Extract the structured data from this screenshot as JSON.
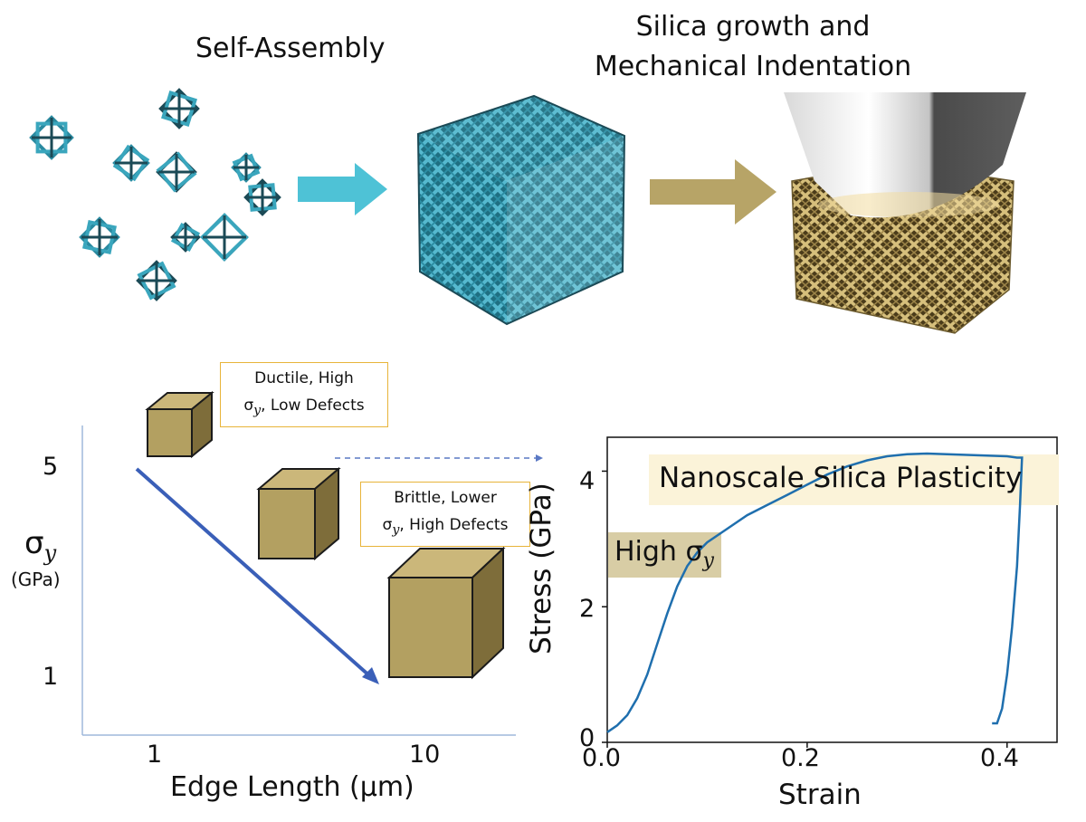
{
  "header": {
    "self_assembly": "Self-Assembly",
    "silica_line1": "Silica growth and",
    "silica_line2": "Mechanical Indentation"
  },
  "colors": {
    "teal": "#2f95ab",
    "teal_dark": "#1b4a56",
    "gold": "#b29a58",
    "gold_dark": "#5a4a25",
    "arrow_blue": "#3a5fb8",
    "box_border": "#e8b43a",
    "curve": "#1f6fae",
    "nano_highlight": "#fbf3d9",
    "high_highlight": "#d8cda5"
  },
  "left_plot": {
    "y_ticks": [
      "5",
      "1"
    ],
    "x_ticks": [
      "1",
      "10"
    ],
    "y_label": "σ",
    "y_label_sub": "y",
    "y_unit": "(GPa)",
    "x_label": "Edge Length (μm)",
    "box_ductile_line1": "Ductile, High",
    "box_ductile_line2": ", Low Defects",
    "box_brittle_line1": "Brittle, Lower",
    "box_brittle_line2": ", High Defects",
    "sigma": "σ",
    "sub_y": "y"
  },
  "chart_data": {
    "type": "line",
    "xlabel": "Strain",
    "ylabel": "Stress (GPa)",
    "xlim": [
      0.0,
      0.45
    ],
    "ylim": [
      0,
      4.5
    ],
    "x_ticks": [
      "0.0",
      "0.2",
      "0.4"
    ],
    "y_ticks": [
      "0",
      "2",
      "4"
    ],
    "annotations": [
      "Nanoscale Silica Plasticity",
      "High σ",
      "y"
    ],
    "series": [
      {
        "x": [
          0.0,
          0.01,
          0.02,
          0.03,
          0.04,
          0.05,
          0.06,
          0.07,
          0.08,
          0.09,
          0.1,
          0.12,
          0.14,
          0.16,
          0.18,
          0.2,
          0.22,
          0.24,
          0.26,
          0.28,
          0.3,
          0.32,
          0.34,
          0.36,
          0.38,
          0.4,
          0.41,
          0.415,
          0.413,
          0.41,
          0.405,
          0.4,
          0.395,
          0.39,
          0.385
        ],
        "y": [
          0.15,
          0.25,
          0.4,
          0.65,
          1.0,
          1.45,
          1.9,
          2.3,
          2.6,
          2.8,
          2.95,
          3.15,
          3.35,
          3.5,
          3.65,
          3.8,
          3.95,
          4.07,
          4.16,
          4.22,
          4.25,
          4.26,
          4.25,
          4.24,
          4.23,
          4.22,
          4.2,
          4.2,
          3.5,
          2.6,
          1.7,
          1.0,
          0.5,
          0.28,
          0.28
        ]
      }
    ]
  }
}
